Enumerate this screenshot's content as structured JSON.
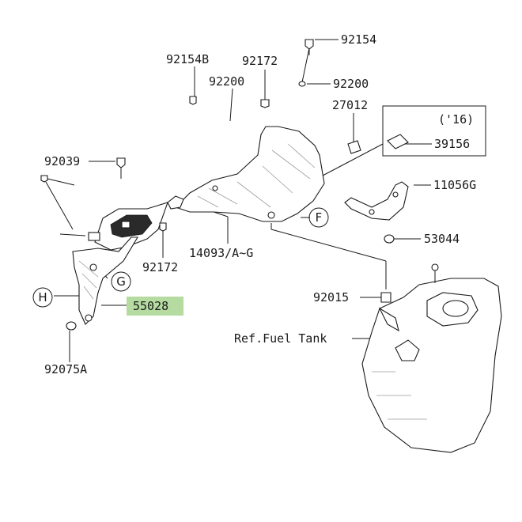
{
  "labels": {
    "p92154": "92154",
    "p92154b": "92154B",
    "p92172_top": "92172",
    "p92200_left": "92200",
    "p92200_right": "92200",
    "p27012": "27012",
    "p16": "('16)",
    "p39156": "39156",
    "p92039": "92039",
    "p11056g": "11056G",
    "p53044": "53044",
    "p92172_bottom": "92172",
    "p14093": "14093/A~G",
    "p55028": "55028",
    "p92015": "92015",
    "ref_fuel_tank": "Ref.Fuel Tank",
    "p92075a": "92075A"
  },
  "callouts": {
    "F": "F",
    "G": "G",
    "H": "H"
  },
  "colors": {
    "highlight": "#b5dba0",
    "line": "#1a1a1a"
  }
}
